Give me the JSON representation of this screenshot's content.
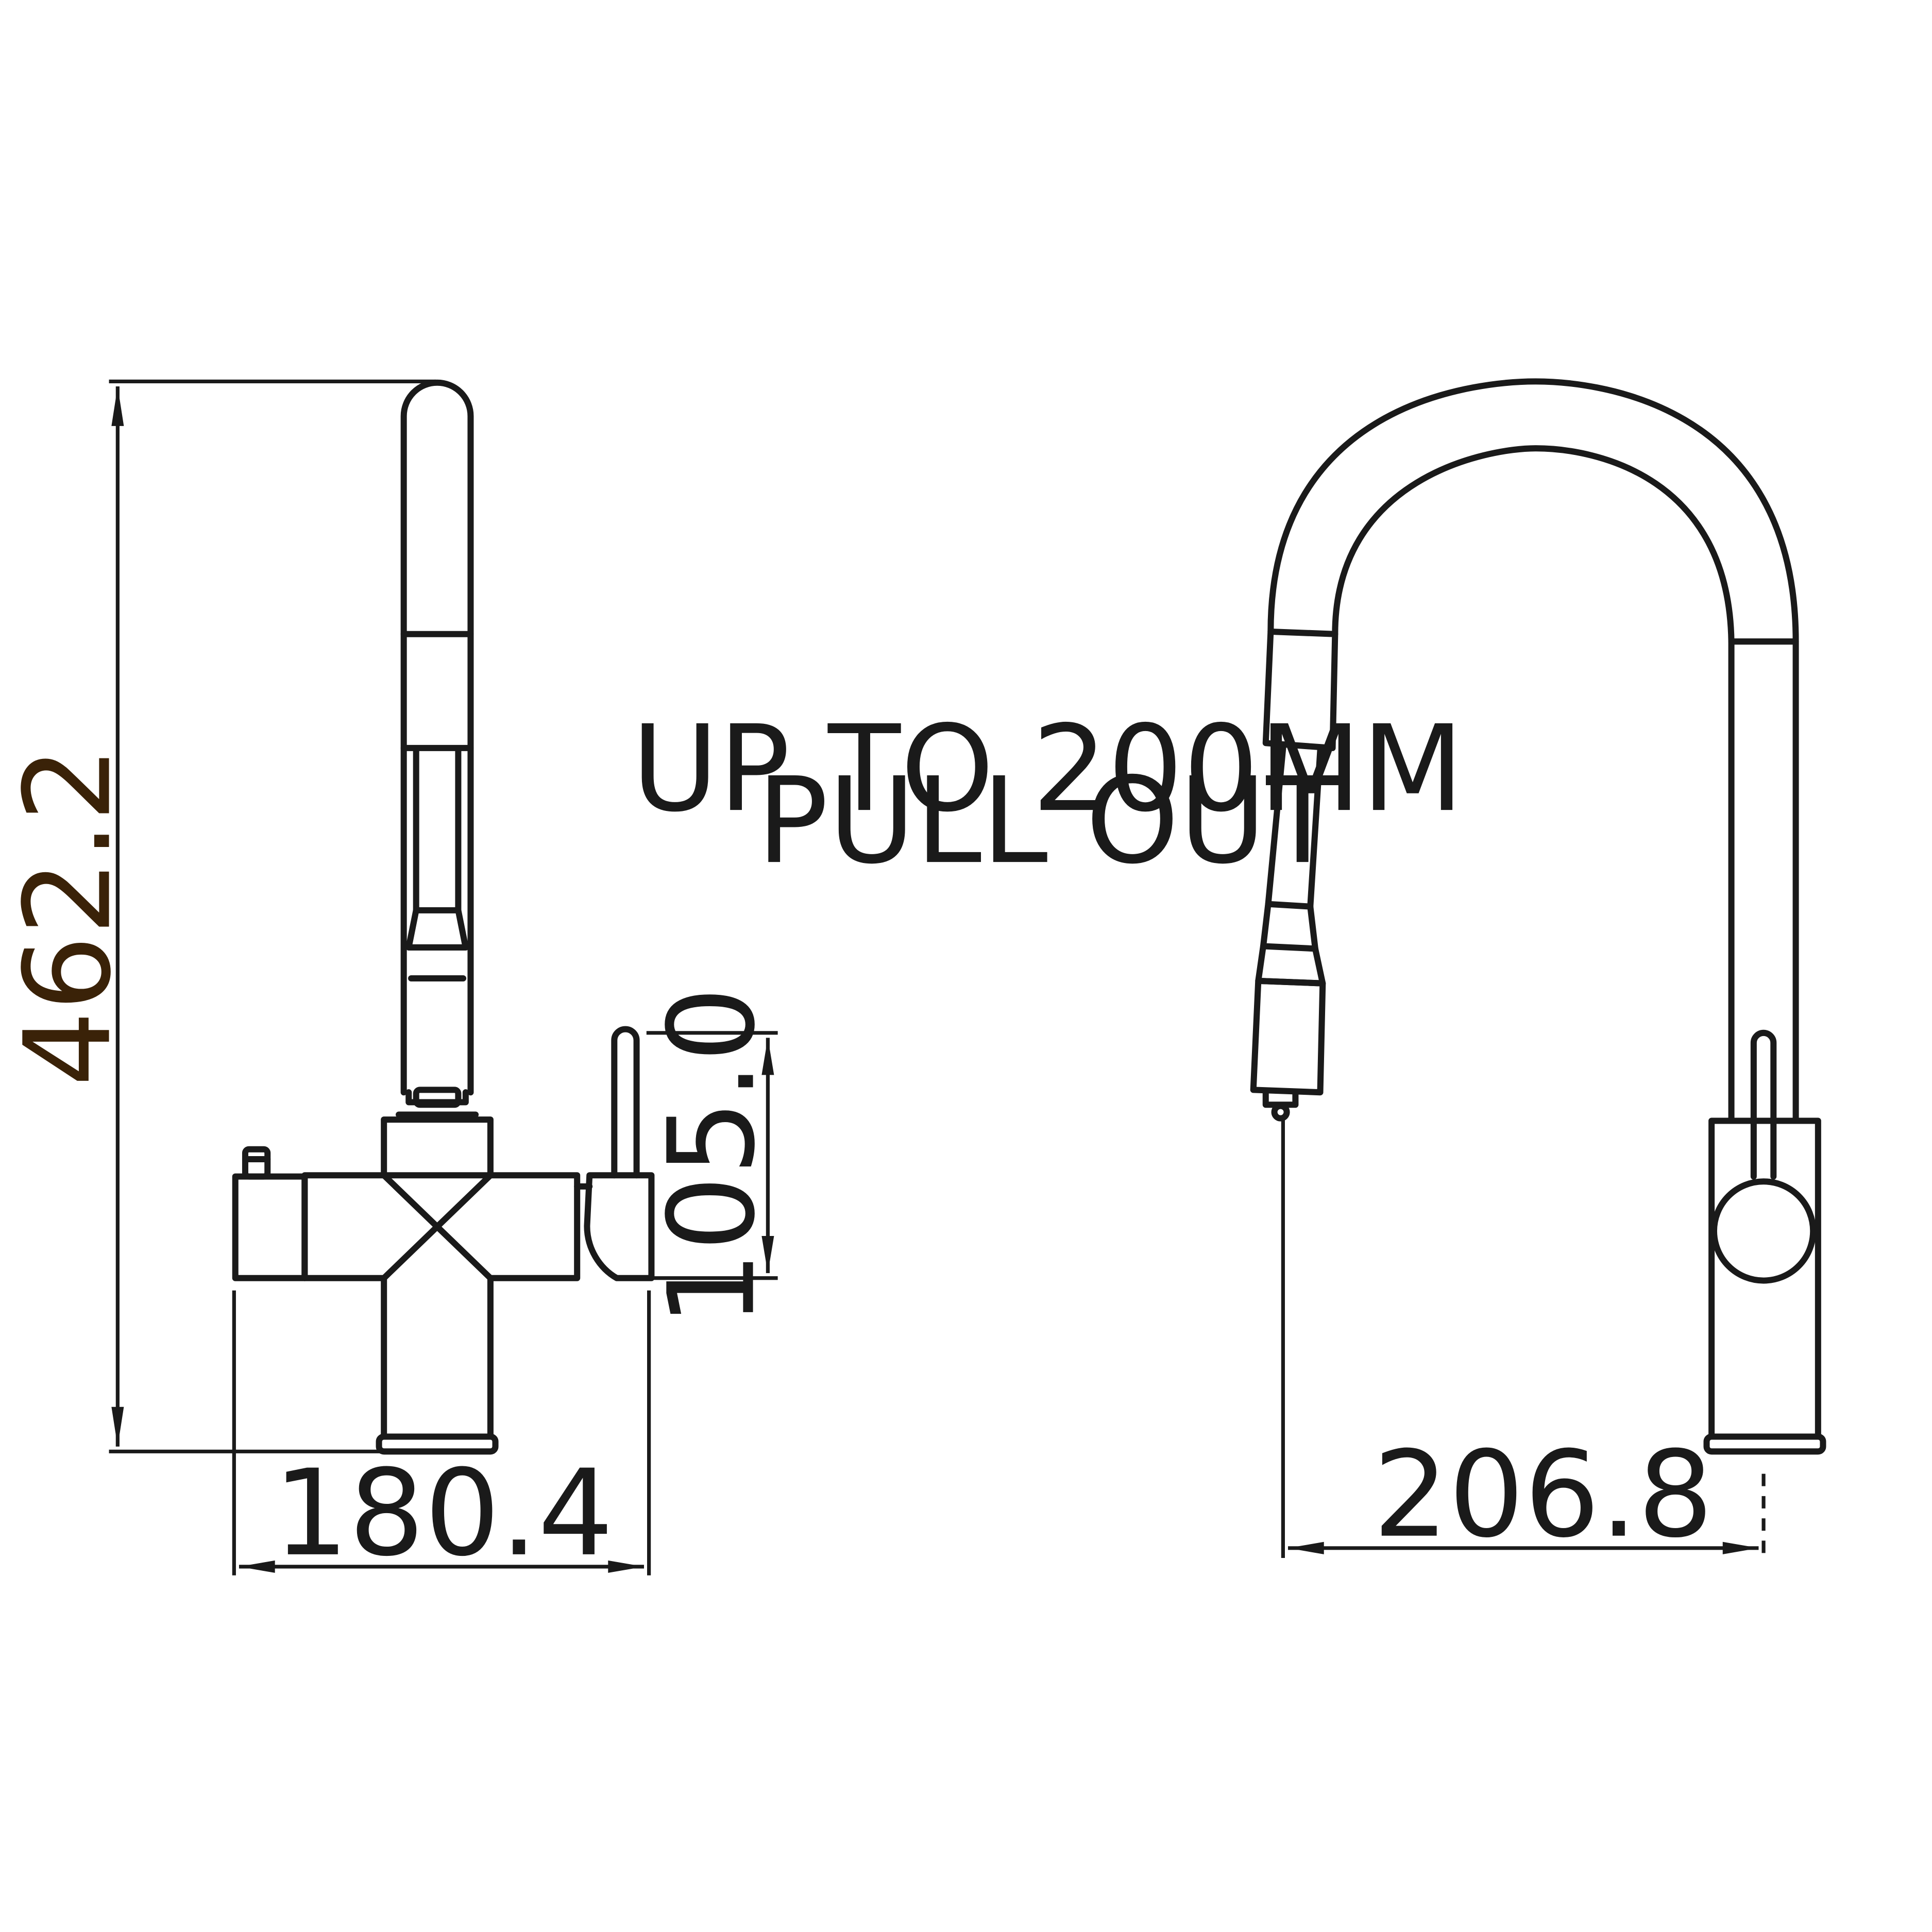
{
  "dimensions": {
    "height": "462.2",
    "handle_height": "105.0",
    "body_width": "180.4",
    "reach": "206.8"
  },
  "note": {
    "line1": "UP TO 200MM",
    "line2": "PULL OUT"
  },
  "colors": {
    "line": "#1a1a1a",
    "height_label": "#3a2208",
    "background": "#ffffff"
  }
}
